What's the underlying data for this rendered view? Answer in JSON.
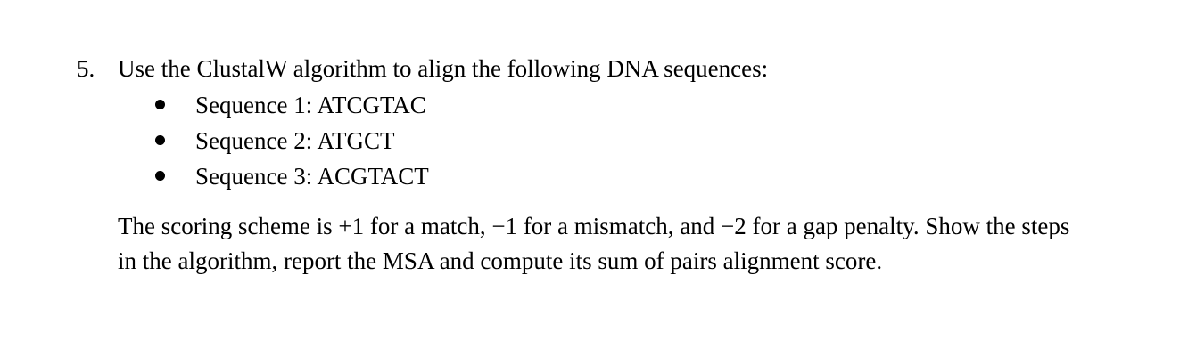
{
  "question": {
    "number": "5.",
    "intro": "Use the ClustalW algorithm to align the following DNA sequences:",
    "sequences": [
      "Sequence 1: ATCGTAC",
      "Sequence 2: ATGCT",
      "Sequence 3: ACGTACT"
    ],
    "body": "The scoring scheme is +1 for a match, −1 for a mismatch, and −2 for a gap penalty. Show the steps in the algorithm, report the MSA and compute its sum of pairs alignment score."
  }
}
